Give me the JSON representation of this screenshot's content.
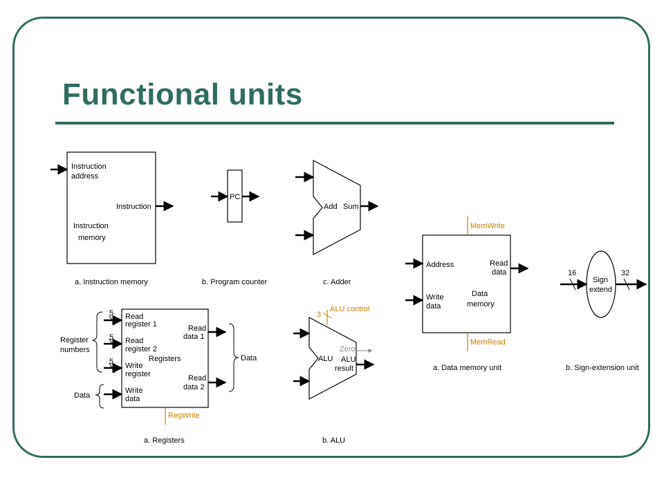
{
  "title": "Functional units",
  "colors": {
    "accent": "#2f6d60",
    "control": "#c77f00",
    "stroke": "#000000"
  },
  "instruction_memory": {
    "address_label_1": "Instruction",
    "address_label_2": "address",
    "output_label": "Instruction",
    "unit_label_1": "Instruction",
    "unit_label_2": "memory",
    "caption": "a. Instruction memory"
  },
  "program_counter": {
    "label": "PC",
    "caption": "b. Program counter"
  },
  "adder": {
    "add_label": "Add",
    "sum_label": "Sum",
    "caption": "c. Adder"
  },
  "data_memory": {
    "control_top": "MemWrite",
    "address_label": "Address",
    "write_data_1": "Write",
    "write_data_2": "data",
    "read_data_1": "Read",
    "read_data_2": "data",
    "unit_label_1": "Data",
    "unit_label_2": "memory",
    "control_bottom": "MemRead",
    "caption": "a. Data memory unit"
  },
  "sign_extend": {
    "in_width": "16",
    "out_width": "32",
    "label_1": "Sign",
    "label_2": "extend",
    "caption": "b. Sign-extension unit"
  },
  "registers": {
    "bit_widths": [
      "5",
      "5",
      "5"
    ],
    "read_reg1_1": "Read",
    "read_reg1_2": "register 1",
    "read_reg2_1": "Read",
    "read_reg2_2": "register 2",
    "write_reg_1": "Write",
    "write_reg_2": "register",
    "write_data_1": "Write",
    "write_data_2": "data",
    "unit_label": "Registers",
    "read_data1_1": "Read",
    "read_data1_2": "data 1",
    "read_data2_1": "Read",
    "read_data2_2": "data 2",
    "register_numbers_1": "Register",
    "register_numbers_2": "numbers",
    "data_left": "Data",
    "data_right": "Data",
    "control": "RegWrite",
    "caption": "a. Registers"
  },
  "alu": {
    "control_width": "3",
    "control": "ALU control",
    "unit_label": "ALU",
    "zero_label": "Zero",
    "result_1": "ALU",
    "result_2": "result",
    "caption": "b. ALU"
  }
}
